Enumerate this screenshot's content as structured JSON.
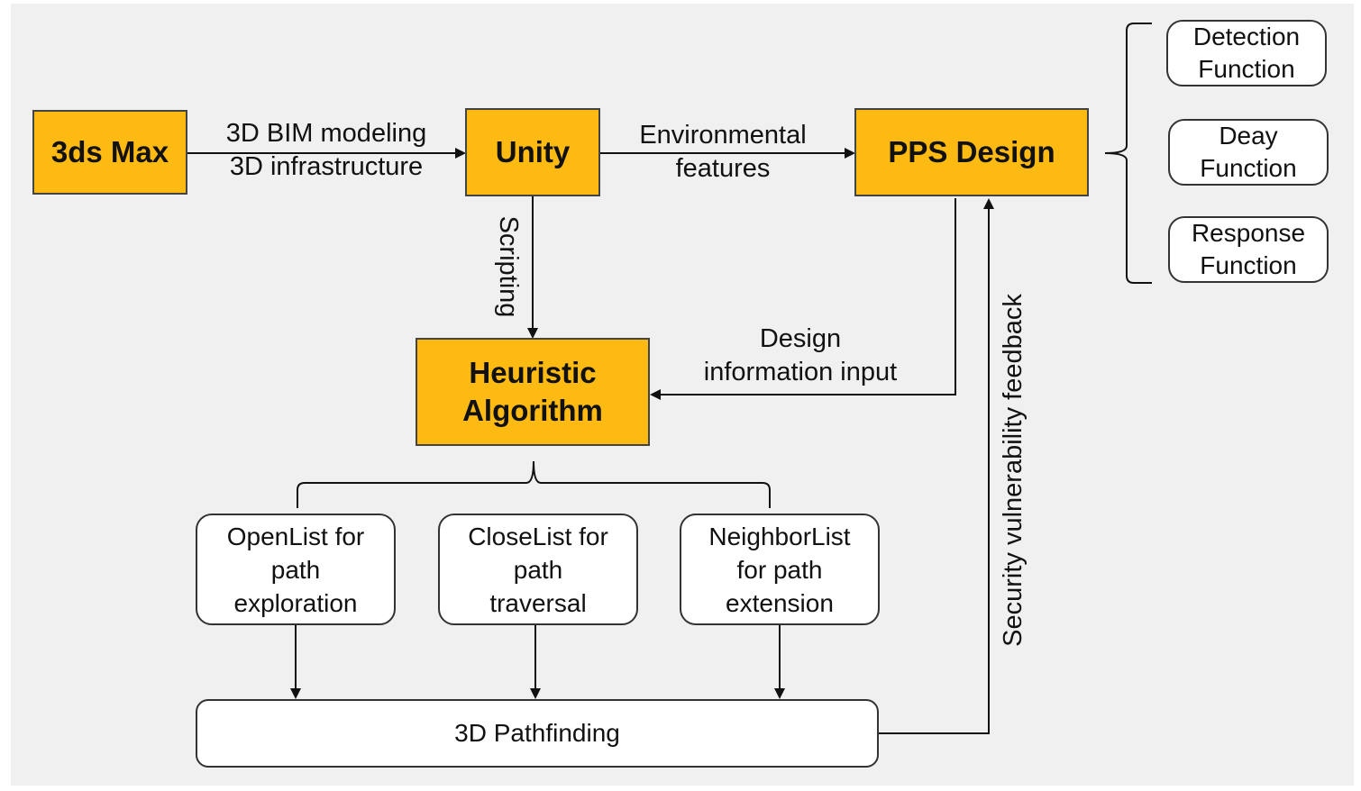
{
  "nodes": {
    "max": "3ds Max",
    "unity": "Unity",
    "pps": "PPS Design",
    "heuristic": "Heuristic\nAlgorithm",
    "detection": "Detection\nFunction",
    "deay": "Deay\nFunction",
    "response": "Response\nFunction",
    "openlist": "OpenList for\npath\nexploration",
    "closelist": "CloseList for\npath\ntraversal",
    "neighborlist": "NeighborList\nfor path\nextension",
    "pathfinding": "3D Pathfinding"
  },
  "edges": {
    "max_unity": "3D BIM modeling\n3D infrastructure",
    "unity_pps": "Environmental\nfeatures",
    "scripting": "Scripting",
    "design_input": "Design\ninformation  input",
    "feedback": "Security vulnerability feedback"
  },
  "colors": {
    "orange": "#fcba12",
    "line": "#111111"
  }
}
